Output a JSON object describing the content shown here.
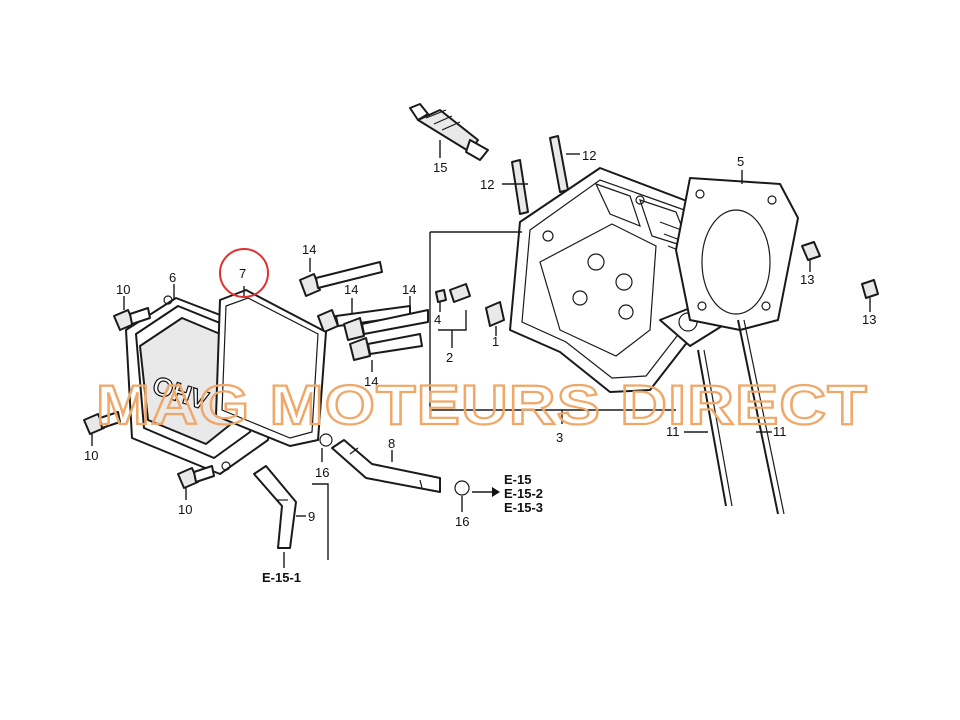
{
  "diagram": {
    "callouts": {
      "c1": "1",
      "c2": "2",
      "c3": "3",
      "c4": "4",
      "c5": "5",
      "c6": "6",
      "c7": "7",
      "c8": "8",
      "c9": "9",
      "c10a": "10",
      "c10b": "10",
      "c10c": "10",
      "c11a": "11",
      "c11b": "11",
      "c12a": "12",
      "c12b": "12",
      "c13a": "13",
      "c13b": "13",
      "c14a": "14",
      "c14b": "14",
      "c14c": "14",
      "c14d": "14",
      "c15": "15",
      "c16a": "16",
      "c16b": "16"
    },
    "refs": {
      "e15": "E-15",
      "e152": "E-15-2",
      "e153": "E-15-3",
      "e151": "E-15-1"
    },
    "watermark": "MAG MOTEURS DIRECT",
    "highlight_color": "#e03030",
    "watermark_color": "#f0a868"
  }
}
